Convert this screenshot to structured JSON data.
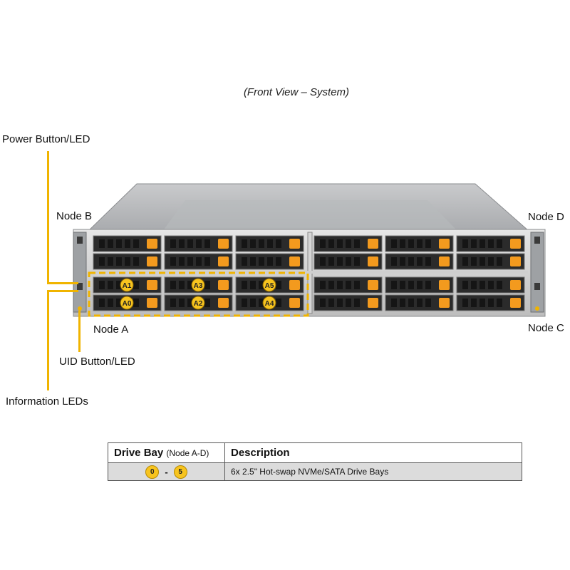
{
  "caption": "(Front View – System)",
  "callouts": {
    "power": "Power Button/LED",
    "node_b": "Node B",
    "node_a": "Node A",
    "uid": "UID Button/LED",
    "info": "Information LEDs",
    "node_d": "Node D",
    "node_c": "Node C"
  },
  "bay_labels": [
    "A1",
    "A3",
    "A5",
    "A0",
    "A2",
    "A4"
  ],
  "colors": {
    "accent": "#f0b400",
    "drive_latch": "#f39a1e"
  },
  "table": {
    "headers": {
      "bay": "Drive Bay",
      "bay_sub": "(Node A-D)",
      "desc": "Description"
    },
    "row": {
      "bay_from": "0",
      "bay_dash": "-",
      "bay_to": "5",
      "desc": "6x 2.5\" Hot-swap NVMe/SATA Drive Bays"
    }
  }
}
